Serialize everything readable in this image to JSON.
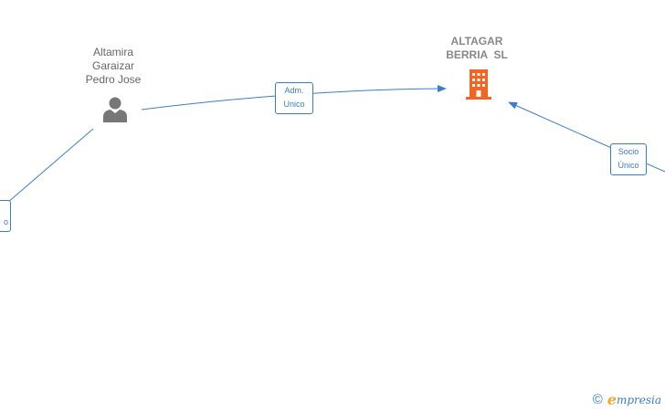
{
  "nodes": {
    "person": {
      "name_lines": [
        "Altamira",
        "Garaizar",
        "Pedro Jose"
      ],
      "icon": "person-icon",
      "color": "#777777"
    },
    "company": {
      "name_lines": [
        "ALTAGAR",
        "BERRIA  SL"
      ],
      "icon": "building-icon",
      "color": "#f26522"
    }
  },
  "edges": {
    "adm": {
      "label_lines": [
        "Adm.",
        "Unico"
      ]
    },
    "socio": {
      "label_lines": [
        "Socio",
        "Único"
      ]
    },
    "left_partial": {
      "label_lines": [
        "",
        "o"
      ]
    }
  },
  "footer": {
    "copyright": "©",
    "brand_initial": "e",
    "brand_rest": "mpresia"
  },
  "colors": {
    "edge": "#3b7dc9",
    "brand_orange": "#f5a623"
  }
}
